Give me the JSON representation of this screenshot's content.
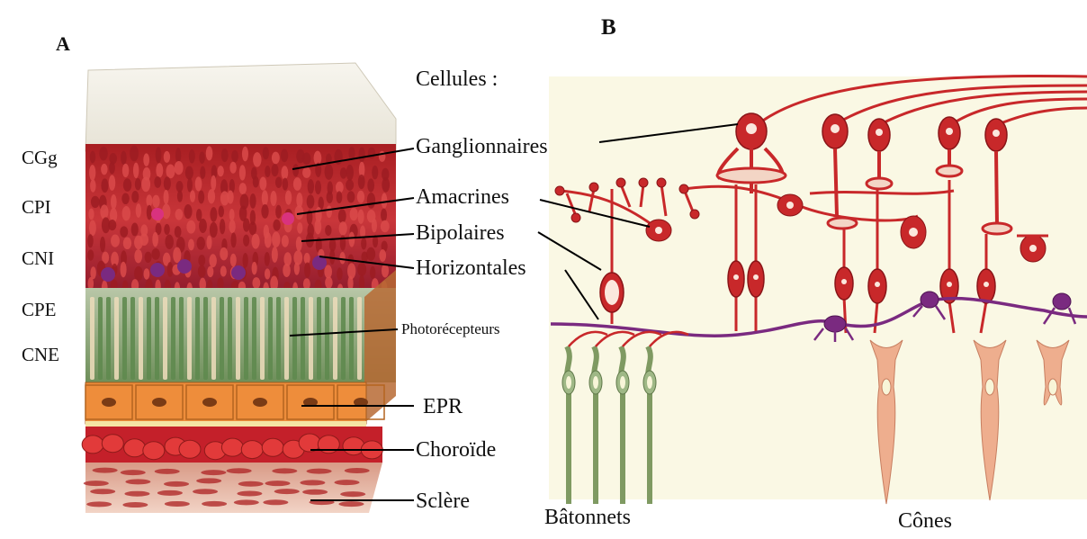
{
  "panels": {
    "a": "A",
    "b": "B"
  },
  "header": "Cellules :",
  "layers": [
    "CGg",
    "CPI",
    "CNI",
    "CPE",
    "CNE"
  ],
  "cells": {
    "ganglion": "Ganglionnaires",
    "amacrine": "Amacrines",
    "bipolar": "Bipolaires",
    "horizontal": "Horizontales",
    "photoreceptor": "Photorécepteurs",
    "rpe": "EPR",
    "choroid": "Choroïde",
    "sclera": "Sclère"
  },
  "types": {
    "rods": "Bâtonnets",
    "cones": "Cônes"
  },
  "colors": {
    "neuron_red": "#c8282a",
    "horizontal_purple": "#7a2a80",
    "rod_green": "#7f9a62",
    "cone_salmon": "#eeae8e",
    "epr_orange": "#e98a3a",
    "panel_b_background": "#f8f5d8"
  }
}
